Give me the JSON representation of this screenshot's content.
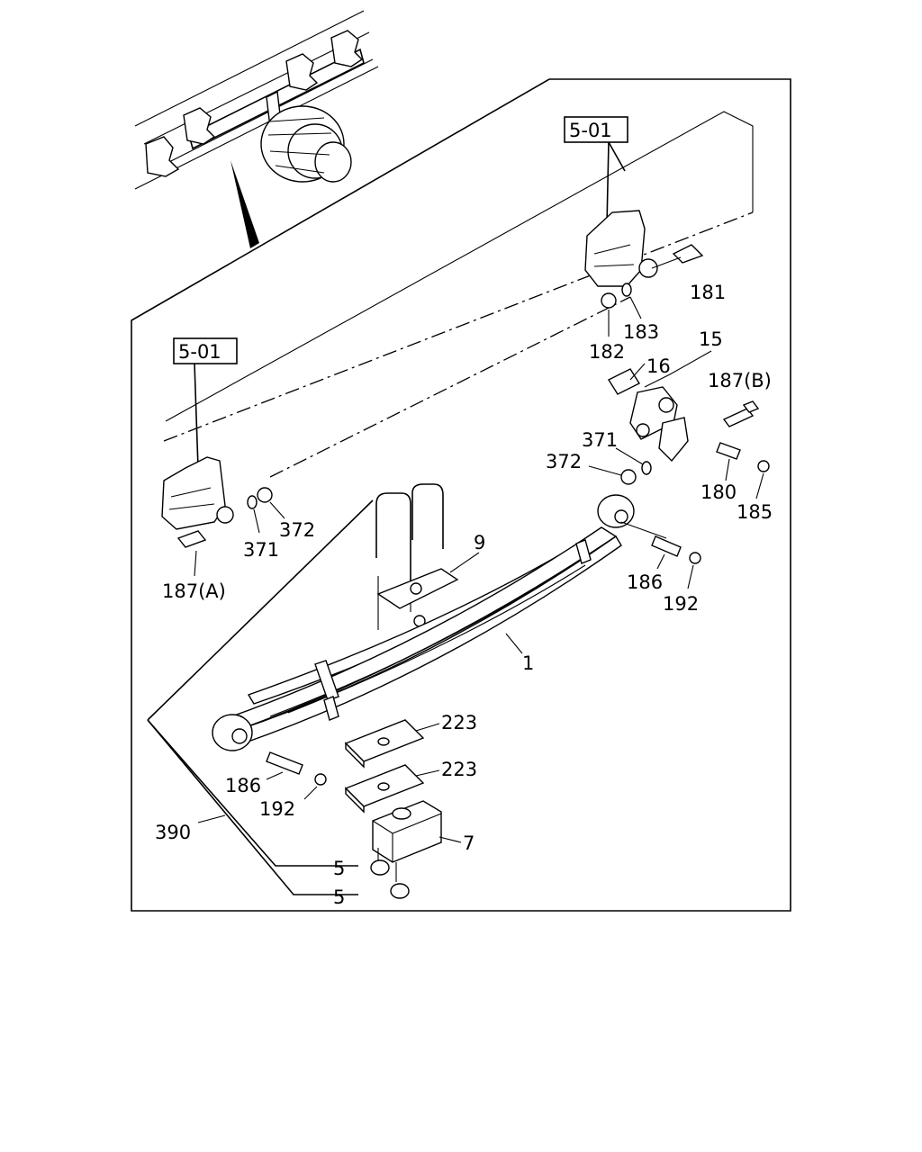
{
  "references": {
    "ref_top": "5-01",
    "ref_left": "5-01"
  },
  "labels": {
    "l181": "181",
    "l182": "182",
    "l183": "183",
    "l15": "15",
    "l16": "16",
    "l187b": "187(B)",
    "l371r": "371",
    "l372r": "372",
    "l180": "180",
    "l185": "185",
    "l372l": "372",
    "l371l": "371",
    "l187a": "187(A)",
    "l9": "9",
    "l186r": "186",
    "l192r": "192",
    "l1": "1",
    "l223a": "223",
    "l223b": "223",
    "l186l": "186",
    "l192l": "192",
    "l7": "7",
    "l390": "390",
    "l5a": "5",
    "l5b": "5"
  }
}
